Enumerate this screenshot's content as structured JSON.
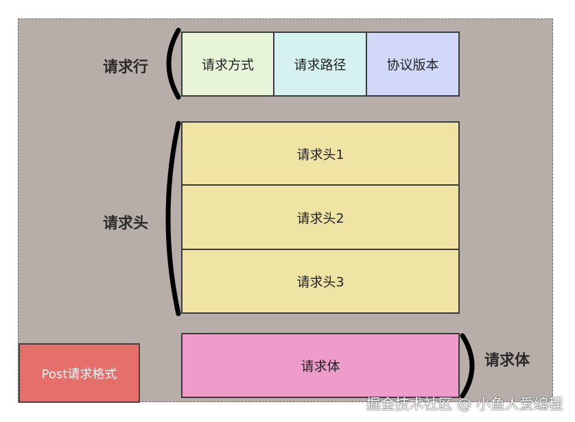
{
  "request_line": {
    "label": "请求行",
    "cells": [
      {
        "text": "请求方式",
        "color": "#e7f4d8"
      },
      {
        "text": "请求路径",
        "color": "#d6f2f0"
      },
      {
        "text": "协议版本",
        "color": "#d2d8f7"
      }
    ]
  },
  "request_headers": {
    "label": "请求头",
    "rows": [
      {
        "text": "请求头1"
      },
      {
        "text": "请求头2"
      },
      {
        "text": "请求头3"
      }
    ],
    "color": "#f0e4a4"
  },
  "request_body": {
    "label": "请求体",
    "text": "请求体",
    "color": "#ee9cc9"
  },
  "post_format": {
    "text": "Post请求格式",
    "color": "#e56f6b"
  },
  "watermark": "掘金技术社区 @ 小鱼人爱编程",
  "colors": {
    "frame_bg": "#b8aea9",
    "border": "#3a3a3a"
  }
}
